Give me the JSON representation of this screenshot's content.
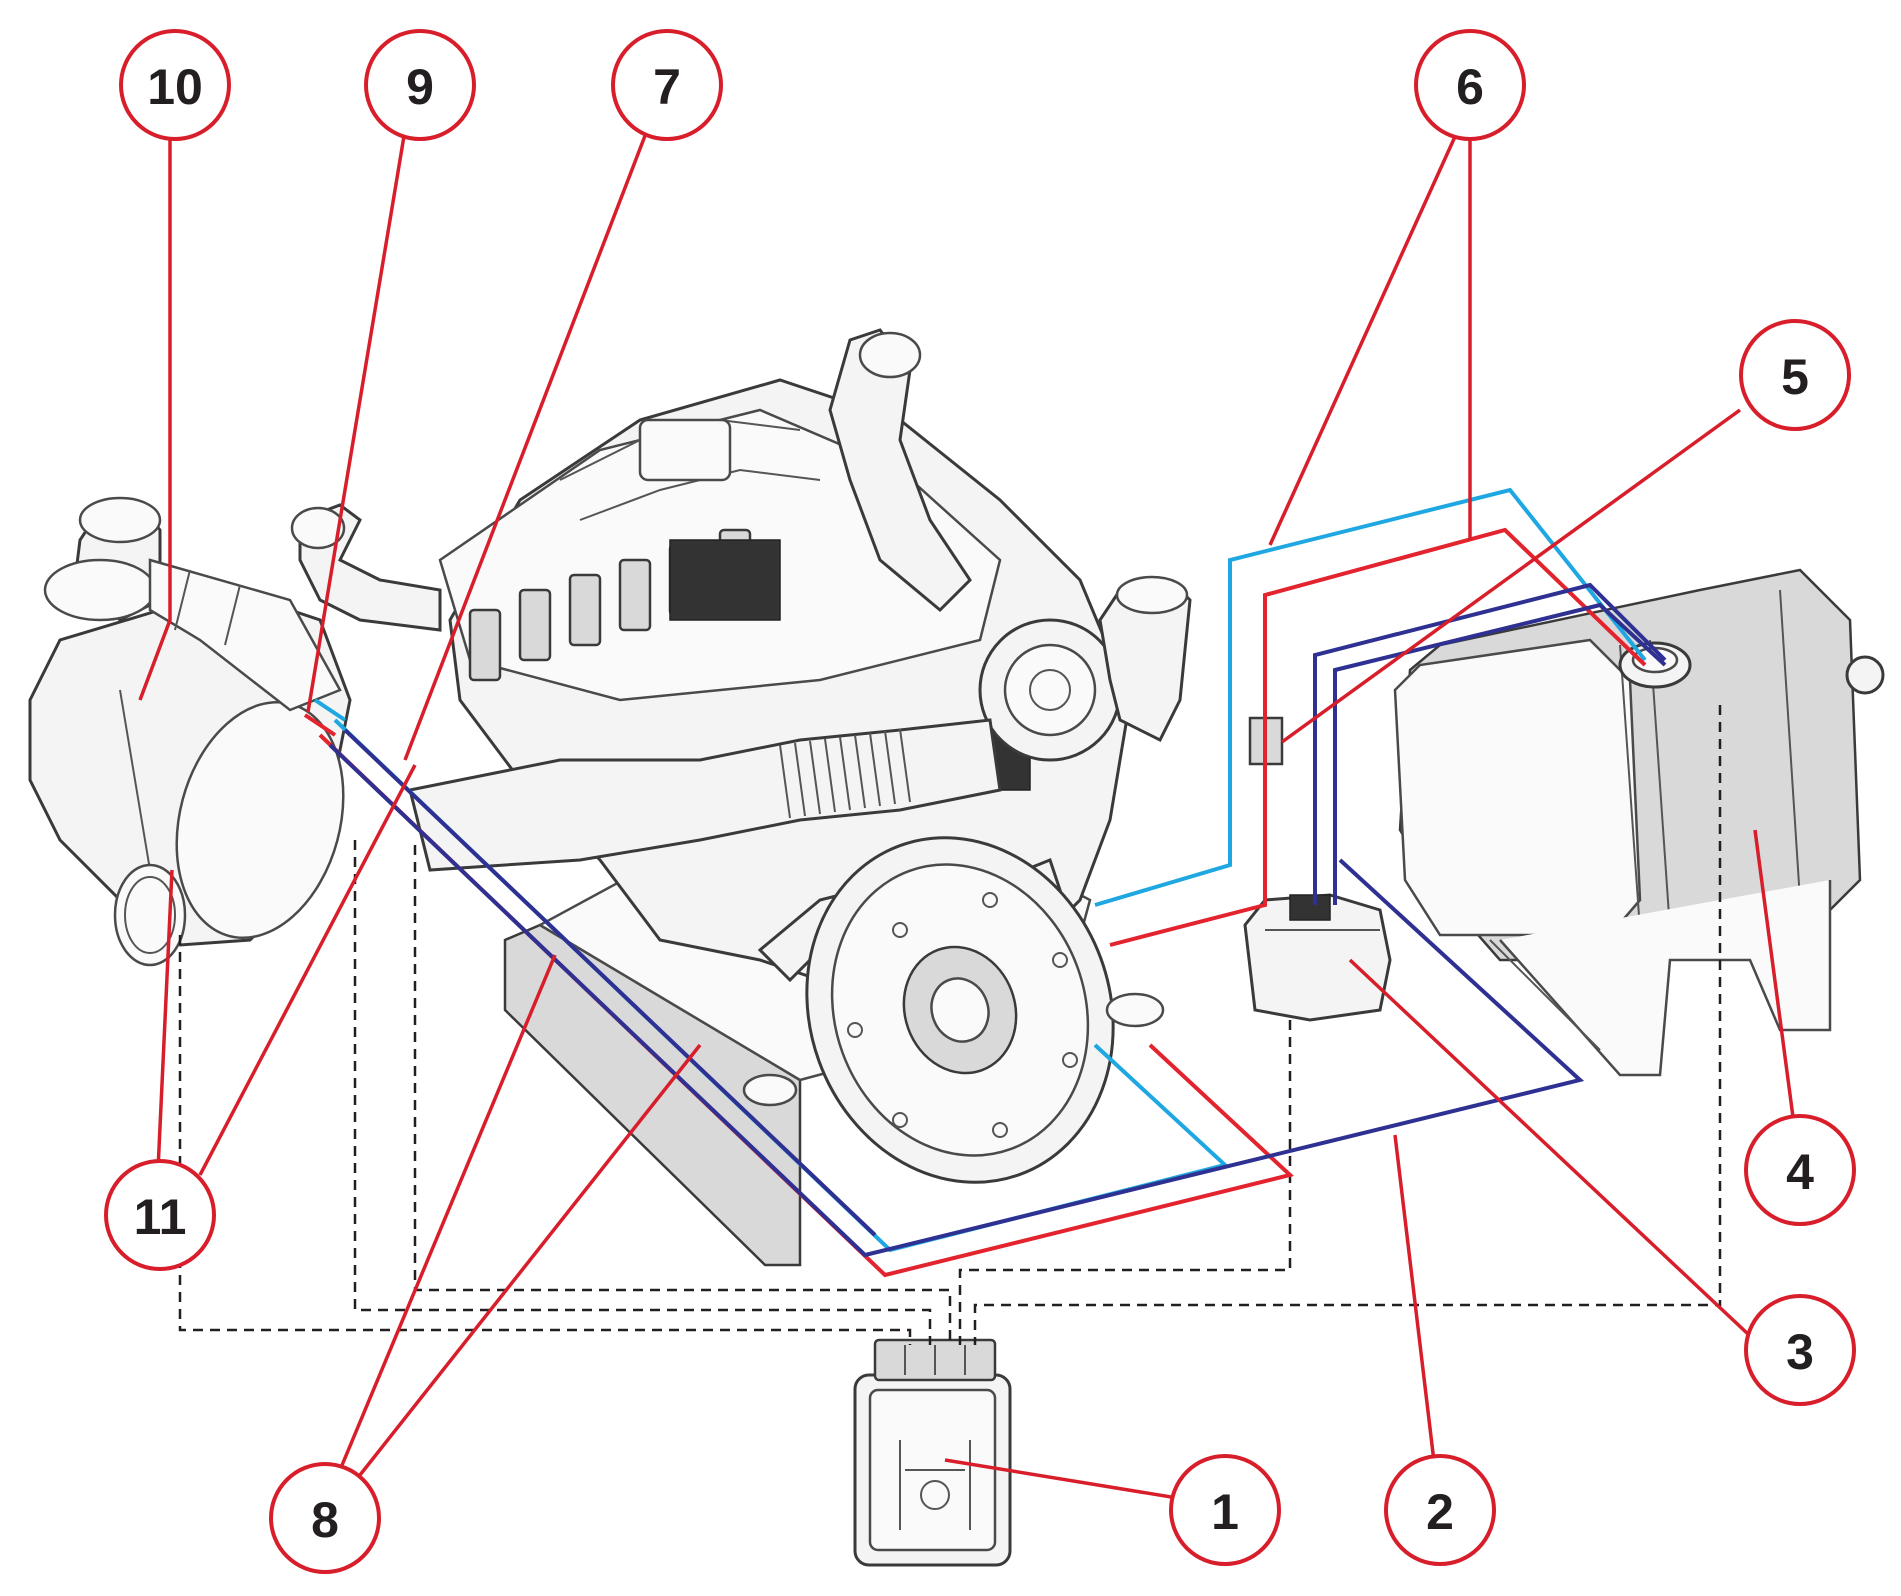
{
  "callouts": [
    {
      "id": "c1",
      "label": "1"
    },
    {
      "id": "c2",
      "label": "2"
    },
    {
      "id": "c3",
      "label": "3"
    },
    {
      "id": "c4",
      "label": "4"
    },
    {
      "id": "c5",
      "label": "5"
    },
    {
      "id": "c6",
      "label": "6"
    },
    {
      "id": "c7",
      "label": "7"
    },
    {
      "id": "c8",
      "label": "8"
    },
    {
      "id": "c9",
      "label": "9"
    },
    {
      "id": "c10",
      "label": "10"
    },
    {
      "id": "c11",
      "label": "11"
    }
  ],
  "colors": {
    "callout_outline": "#d81e2a",
    "line_light_blue": "#1ea7e1",
    "line_red": "#e3232e",
    "line_navy": "#2e3192",
    "line_dashed": "#231f20"
  }
}
